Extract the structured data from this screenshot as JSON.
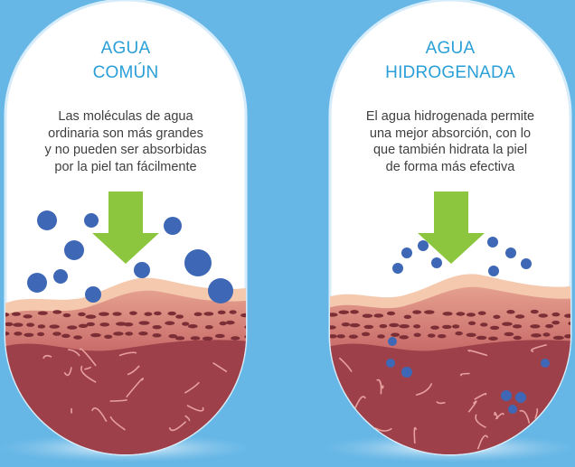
{
  "panels": [
    {
      "title_lines": [
        "AGUA",
        "COMÚN"
      ],
      "desc_lines": [
        "Las moléculas de agua",
        "ordinaria son más grandes",
        "y no pueden ser absorbidas",
        "por la piel tan fácilmente"
      ],
      "molecule_size": "large"
    },
    {
      "title_lines": [
        "AGUA",
        "HIDROGENADA"
      ],
      "desc_lines": [
        "El agua hidrogenada permite",
        "una mejor absorción, con lo",
        "que también hidrata la piel",
        "de forma más efectiva"
      ],
      "molecule_size": "small"
    }
  ],
  "colors": {
    "background": "#66b7e6",
    "capsule": "#ffffff",
    "capsule_border": "#c8e4f6",
    "title": "#2a9fd8",
    "text": "#3f3f3f",
    "arrow": "#8cc63f",
    "molecule": "#3e68b5",
    "skin_surface": "#f4c9ae",
    "skin_mid": "#d9837b",
    "skin_deep": "#a9484f",
    "cells": "#7b2e35",
    "vein": "#e9a3a0"
  }
}
